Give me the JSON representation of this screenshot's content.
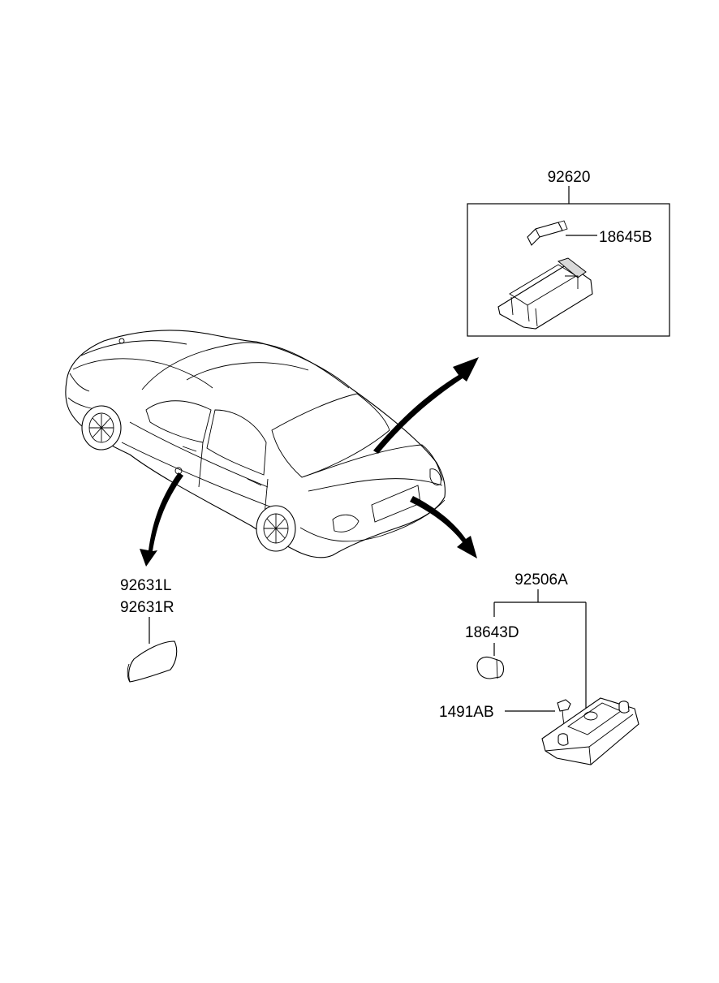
{
  "parts": {
    "room_lamp_assy": "92620",
    "room_lamp_bulb": "18645B",
    "side_marker_l": "92631L",
    "side_marker_r": "92631R",
    "license_lamp_assy": "92506A",
    "license_lamp_bulb": "18643D",
    "screw": "1491AB"
  },
  "colors": {
    "line": "#000000",
    "background": "#ffffff",
    "shade": "#d9d9d9"
  }
}
